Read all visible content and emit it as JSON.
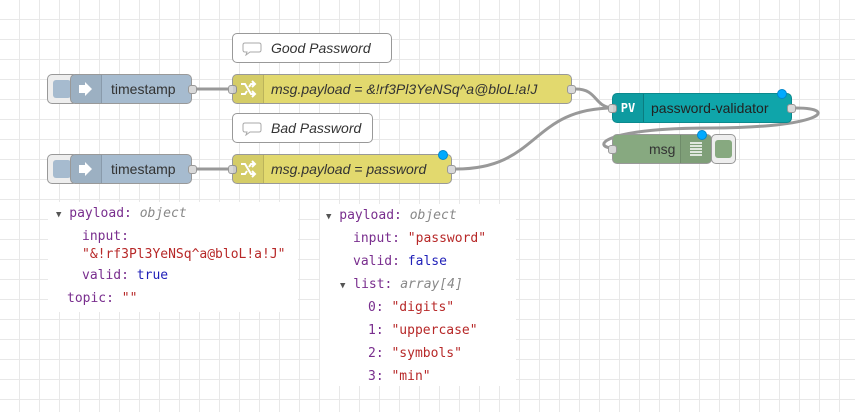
{
  "nodes": {
    "inject1": {
      "label": "timestamp"
    },
    "inject2": {
      "label": "timestamp"
    },
    "change1": {
      "label": "msg.payload = &!rf3Pl3YeNSq^a@bloL!a!J"
    },
    "change2": {
      "label": "msg.payload = password"
    },
    "validator": {
      "label": "password-validator",
      "icon_text": "PV"
    },
    "debug": {
      "label": "msg"
    },
    "comment1": {
      "label": "Good Password"
    },
    "comment2": {
      "label": "Bad Password"
    }
  },
  "left_panel": {
    "payload_key": "payload:",
    "payload_type": "object",
    "input_key": "input:",
    "input_value": "\"&!rf3Pl3YeNSq^a@bloL!a!J\"",
    "valid_key": "valid:",
    "valid_value": "true",
    "topic_key": "topic:",
    "topic_value": "\"\""
  },
  "right_panel": {
    "payload_key": "payload:",
    "payload_type": "object",
    "input_key": "input:",
    "input_value": "\"password\"",
    "valid_key": "valid:",
    "valid_value": "false",
    "list_key": "list:",
    "list_type": "array[4]",
    "items": [
      {
        "index": "0:",
        "value": "\"digits\""
      },
      {
        "index": "1:",
        "value": "\"uppercase\""
      },
      {
        "index": "2:",
        "value": "\"symbols\""
      },
      {
        "index": "3:",
        "value": "\"min\""
      }
    ]
  },
  "colors": {
    "inject": "#a6bbcf",
    "change": "#e2d96e",
    "validator": "#0fa5aa",
    "debug": "#87a980",
    "changed_dot": "#00aaff"
  }
}
